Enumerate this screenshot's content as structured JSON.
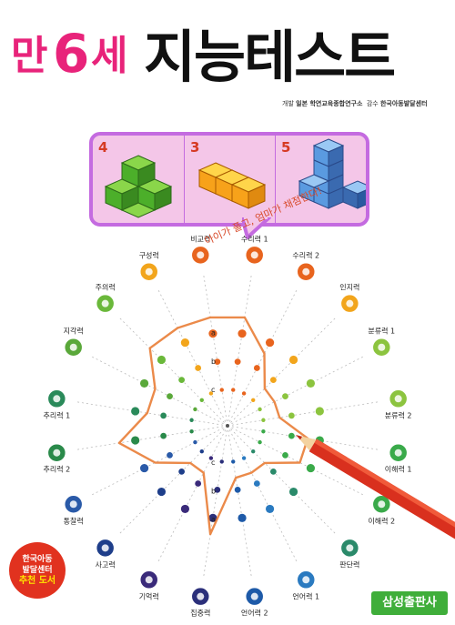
{
  "title": {
    "prefix": "만",
    "age": "6",
    "suffix": "세",
    "main": "지능테스트"
  },
  "credits": {
    "dev_label": "개발",
    "dev_value": "일본 학연교육종합연구소",
    "review_label": "감수",
    "review_value": "한국아동발달센터"
  },
  "bubble": {
    "panels": [
      {
        "number": "4"
      },
      {
        "number": "3"
      },
      {
        "number": "5"
      }
    ]
  },
  "handwritten_note": "아이가 풀고, 엄마가 채점한다!",
  "axis_markers": [
    "a",
    "b",
    "c"
  ],
  "abilities": [
    {
      "label": "수리력 1",
      "color": "#e8641e",
      "score": 3
    },
    {
      "label": "수리력 2",
      "color": "#e8641e",
      "score": 2
    },
    {
      "label": "인지력",
      "color": "#f2a51c",
      "score": 1
    },
    {
      "label": "분류력 1",
      "color": "#8cc43f",
      "score": 1
    },
    {
      "label": "분류력 2",
      "color": "#8cc43f",
      "score": 1
    },
    {
      "label": "이해력 1",
      "color": "#3aaa4a",
      "score": 2
    },
    {
      "label": "이해력 2",
      "color": "#3aaa4a",
      "score": 2
    },
    {
      "label": "판단력",
      "color": "#2a8a6a",
      "score": 1
    },
    {
      "label": "언어력 1",
      "color": "#2a7ac0",
      "score": 1
    },
    {
      "label": "언어력 2",
      "color": "#1e5aa8",
      "score": 1
    },
    {
      "label": "집중력",
      "color": "#2b2f7a",
      "score": 3
    },
    {
      "label": "기억력",
      "color": "#3a2a7a",
      "score": 1
    },
    {
      "label": "사고력",
      "color": "#1e3e8a",
      "score": 1
    },
    {
      "label": "통찰력",
      "color": "#2a5aa8",
      "score": 2
    },
    {
      "label": "추리력 2",
      "color": "#2a8a4a",
      "score": 3
    },
    {
      "label": "추리력 1",
      "color": "#2a8a5a",
      "score": 2
    },
    {
      "label": "지각력",
      "color": "#5aa83a",
      "score": 2
    },
    {
      "label": "주의력",
      "color": "#6ab83a",
      "score": 3
    },
    {
      "label": "구성력",
      "color": "#f2a51c",
      "score": 3
    },
    {
      "label": "비교력",
      "color": "#e8641e",
      "score": 3
    }
  ],
  "badge": {
    "line1": "한국아동",
    "line2": "발달센터",
    "line3": "추천 도서"
  },
  "publisher": "삼성출판사"
}
